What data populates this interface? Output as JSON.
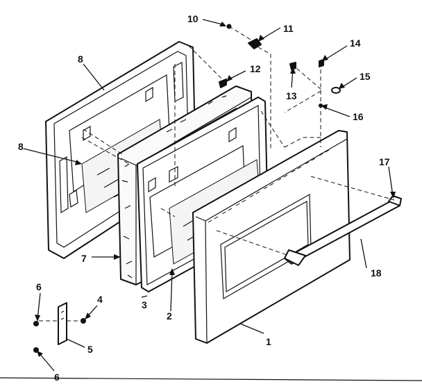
{
  "callouts": {
    "c1": "1",
    "c2": "2",
    "c3": "3",
    "c4": "4",
    "c5": "5",
    "c6a": "6",
    "c6b": "6",
    "c7": "7",
    "c8a": "8",
    "c8b": "8",
    "c10": "10",
    "c11": "11",
    "c12": "12",
    "c13": "13",
    "c14": "14",
    "c15": "15",
    "c16": "16",
    "c17": "17",
    "c18": "18"
  }
}
